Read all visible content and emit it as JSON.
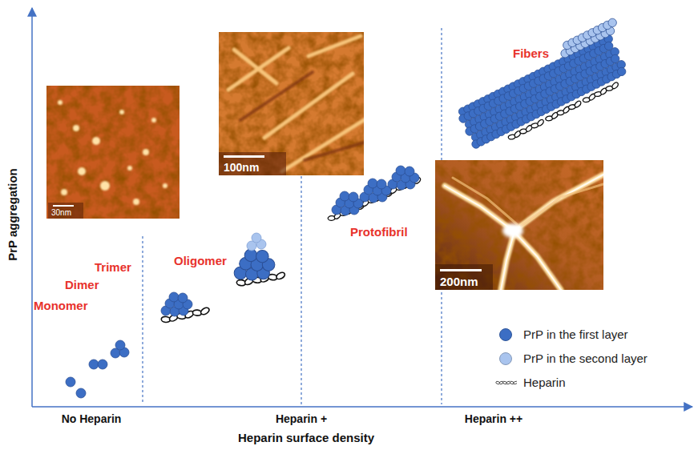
{
  "diagram": {
    "nodes": [
      {
        "text": [
          "30nm"
        ]
      },
      {
        "text": [
          "100nm"
        ]
      },
      {
        "text": [
          "200nm"
        ]
      }
    ],
    "labels": [
      "PrP aggregation",
      "Heparin surface density",
      "No Heparin",
      "Heparin +",
      "Heparin ++",
      "Monomer",
      "Dimer",
      "Trimer",
      "Oligomer",
      "Protofibril",
      "Fibers"
    ],
    "legend": [
      {
        "text": "PrP in the first layer",
        "color": "#3c6ec4"
      },
      {
        "text": "PrP in the second layer",
        "color": "#a9c4ee"
      },
      {
        "text": "Heparin"
      }
    ]
  }
}
